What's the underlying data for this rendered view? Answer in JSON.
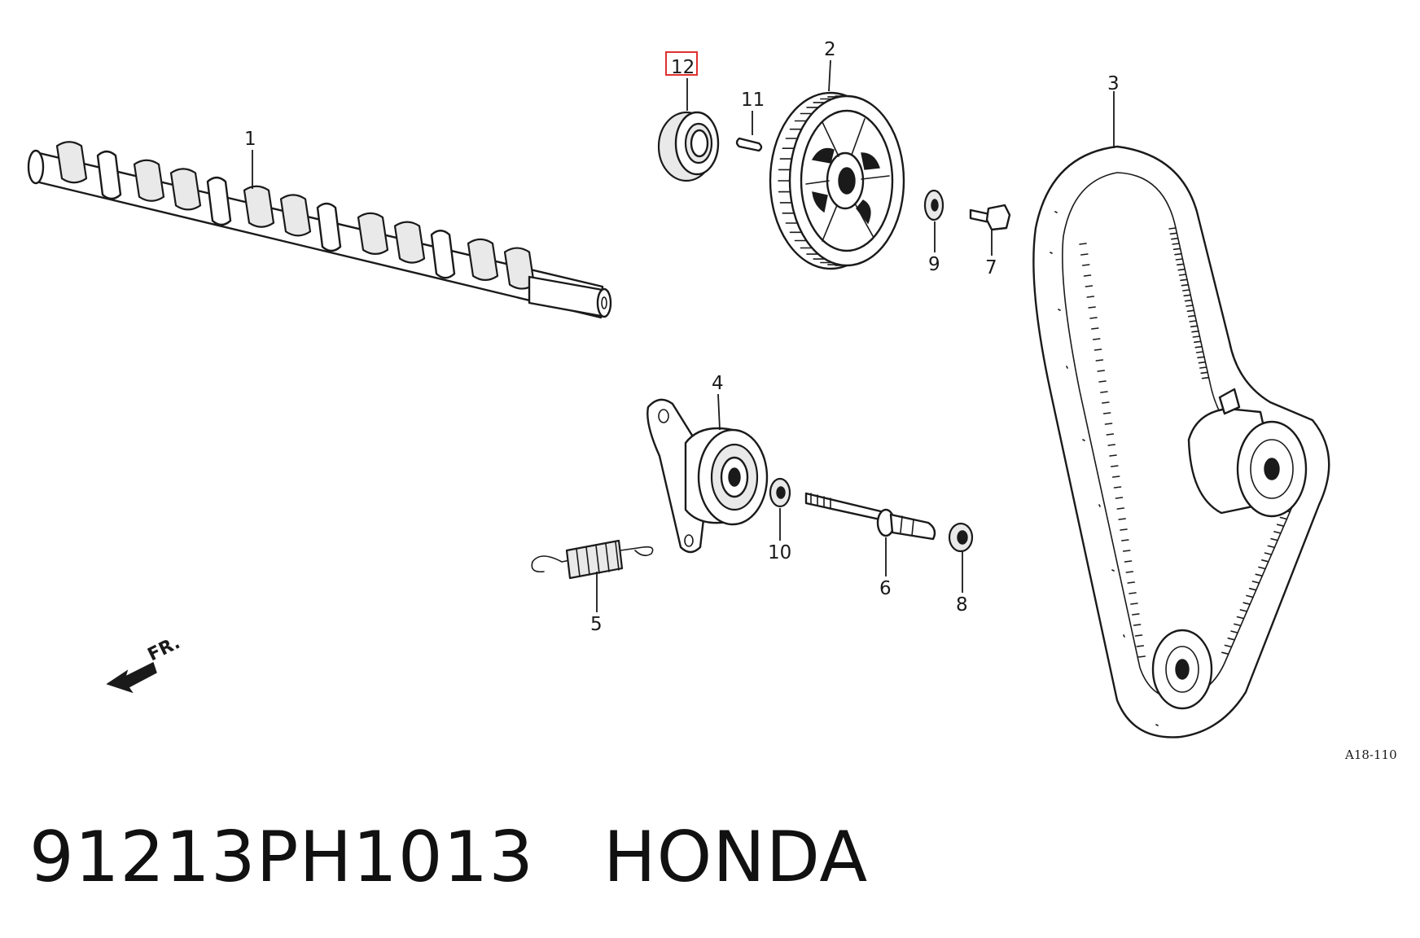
{
  "diagram": {
    "ref_code": "A18-110",
    "direction_label": "FR.",
    "callouts": {
      "camshaft": "1",
      "cam_pulley": "2",
      "timing_belt": "3",
      "tensioner": "4",
      "tensioner_spring": "5",
      "tensioner_bolt": "6",
      "pulley_bolt": "7",
      "washer_8": "8",
      "washer_9": "9",
      "washer_10": "10",
      "woodruff_key": "11",
      "oil_seal": "12"
    },
    "highlighted_callout": "12",
    "highlight_color": "#e03030"
  },
  "caption": {
    "part_number": "91213PH1013",
    "brand": "HONDA"
  }
}
